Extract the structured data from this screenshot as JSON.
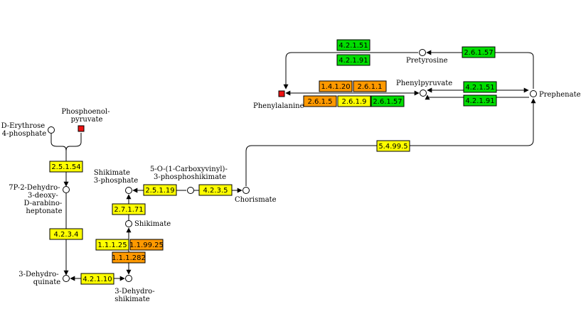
{
  "colors": {
    "yellow": "#ffff00",
    "orange": "#ff9900",
    "green": "#00dd00",
    "red": "#ee1111"
  },
  "compounds": [
    {
      "id": "erythrose",
      "lines": [
        "D-Erythrose",
        "4-phosphate"
      ],
      "marker": "circle"
    },
    {
      "id": "pep",
      "lines": [
        "Phosphoenol-",
        "pyruvate"
      ],
      "marker": "red-square"
    },
    {
      "id": "dahp",
      "lines": [
        "7P-2-Dehydro-",
        "3-deoxy-",
        "D-arabino-",
        "heptonate"
      ],
      "marker": "circle"
    },
    {
      "id": "dhq",
      "lines": [
        "3-Dehydro-",
        "quinate"
      ],
      "marker": "circle"
    },
    {
      "id": "dhs",
      "lines": [
        "3-Dehydro-",
        "shikimate"
      ],
      "marker": "circle"
    },
    {
      "id": "shikimate",
      "lines": [
        "Shikimate"
      ],
      "marker": "circle"
    },
    {
      "id": "s3p",
      "lines": [
        "Shikimate",
        "3-phosphate"
      ],
      "marker": "circle"
    },
    {
      "id": "epsp",
      "lines": [
        "5-O-(1-Carboxyvinyl)-",
        "3-phosphoshikimate"
      ],
      "marker": "circle"
    },
    {
      "id": "chorismate",
      "lines": [
        "Chorismate"
      ],
      "marker": "circle"
    },
    {
      "id": "prephenate",
      "lines": [
        "Prephenate"
      ],
      "marker": "circle"
    },
    {
      "id": "phenylpyruvate",
      "lines": [
        "Phenylpyruvate"
      ],
      "marker": "circle"
    },
    {
      "id": "pretyrosine",
      "lines": [
        "Pretyrosine"
      ],
      "marker": "circle"
    },
    {
      "id": "phenylalanine",
      "lines": [
        "Phenylalanine"
      ],
      "marker": "red-square"
    }
  ],
  "enzymes": [
    {
      "id": "ec-2-5-1-54",
      "label": "2.5.1.54",
      "color": "yellow"
    },
    {
      "id": "ec-4-2-3-4",
      "label": "4.2.3.4",
      "color": "yellow"
    },
    {
      "id": "ec-4-2-1-10",
      "label": "4.2.1.10",
      "color": "yellow"
    },
    {
      "id": "ec-1-1-1-25",
      "label": "1.1.1.25",
      "color": "yellow"
    },
    {
      "id": "ec-1-1-99-25",
      "label": "1.1.99.25",
      "color": "orange"
    },
    {
      "id": "ec-1-1-1-282",
      "label": "1.1.1.282",
      "color": "orange"
    },
    {
      "id": "ec-2-7-1-71",
      "label": "2.7.1.71",
      "color": "yellow"
    },
    {
      "id": "ec-2-5-1-19",
      "label": "2.5.1.19",
      "color": "yellow"
    },
    {
      "id": "ec-4-2-3-5",
      "label": "4.2.3.5",
      "color": "yellow"
    },
    {
      "id": "ec-5-4-99-5",
      "label": "5.4.99.5",
      "color": "yellow"
    },
    {
      "id": "ec-4-2-1-51-top",
      "label": "4.2.1.51",
      "color": "green"
    },
    {
      "id": "ec-4-2-1-91-top",
      "label": "4.2.1.91",
      "color": "green"
    },
    {
      "id": "ec-2-6-1-57-top",
      "label": "2.6.1.57",
      "color": "green"
    },
    {
      "id": "ec-1-4-1-20",
      "label": "1.4.1.20",
      "color": "orange"
    },
    {
      "id": "ec-2-6-1-1",
      "label": "2.6.1.1",
      "color": "orange"
    },
    {
      "id": "ec-2-6-1-5",
      "label": "2.6.1.5",
      "color": "orange"
    },
    {
      "id": "ec-2-6-1-9",
      "label": "2.6.1.9",
      "color": "yellow"
    },
    {
      "id": "ec-2-6-1-57-bottom",
      "label": "2.6.1.57",
      "color": "green"
    },
    {
      "id": "ec-4-2-1-51-right",
      "label": "4.2.1.51",
      "color": "green"
    },
    {
      "id": "ec-4-2-1-91-right",
      "label": "4.2.1.91",
      "color": "green"
    }
  ]
}
